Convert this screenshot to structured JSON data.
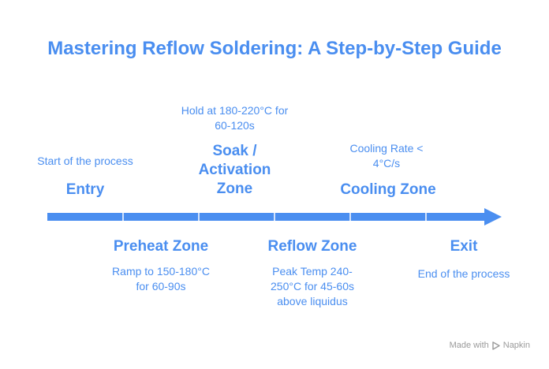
{
  "title": "Mastering Reflow Soldering: A Step-by-Step Guide",
  "stages": [
    {
      "name": "Entry",
      "description": "Start of the process"
    },
    {
      "name": "Preheat Zone",
      "description": "Ramp to 150-180°C for 60-90s"
    },
    {
      "name": "Soak / Activation Zone",
      "description": "Hold at 180-220°C for 60-120s"
    },
    {
      "name": "Reflow Zone",
      "description": "Peak Temp 240-250°C for 45-60s above liquidus"
    },
    {
      "name": "Cooling Zone",
      "description": "Cooling Rate < 4°C/s"
    },
    {
      "name": "Exit",
      "description": "End of the process"
    }
  ],
  "colors": {
    "accent": "#4a8ef0",
    "watermark": "#9a9a9a"
  },
  "watermark": {
    "made_with": "Made with",
    "brand": "Napkin",
    "icon": "napkin-logo-icon"
  }
}
